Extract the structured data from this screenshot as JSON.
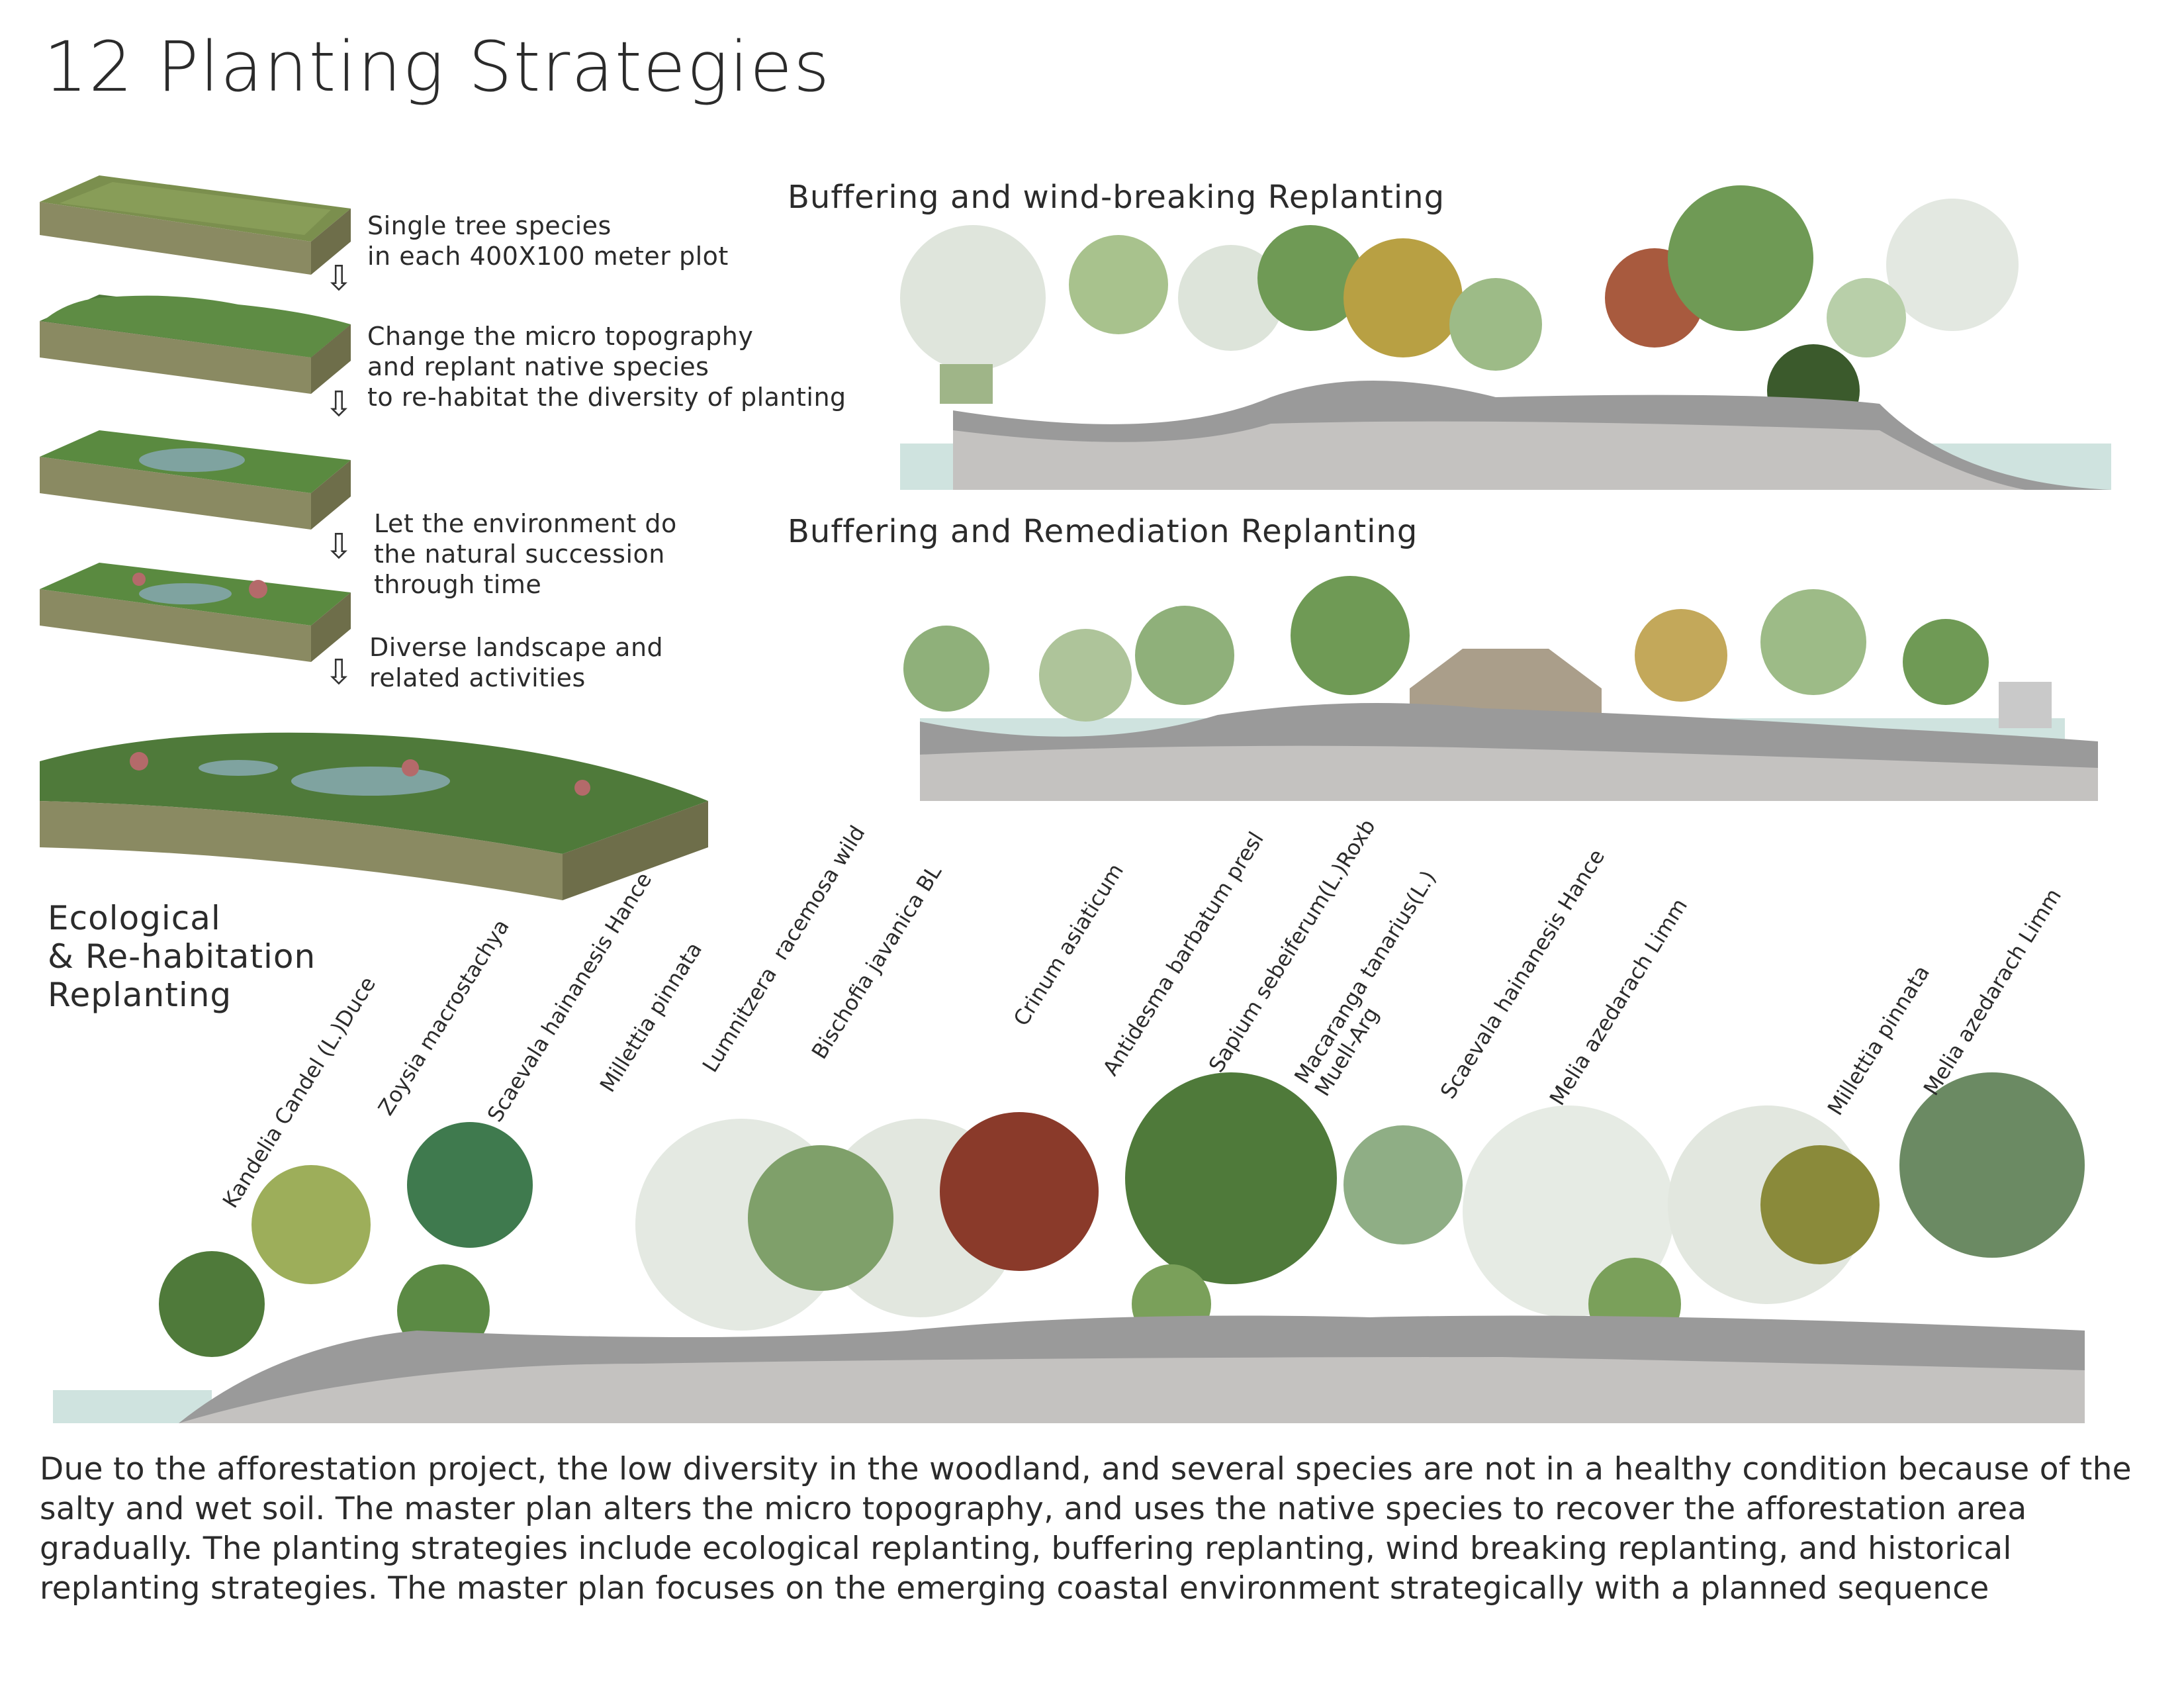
{
  "title": "12 Planting Strategies",
  "steps": [
    {
      "text": "Single tree species\nin each 400X100 meter plot"
    },
    {
      "text": "Change the micro topography\nand replant native species\nto re-habitat the diversity of planting"
    },
    {
      "text": "Let the environment do\nthe natural succession\nthrough time"
    },
    {
      "text": "Diverse landscape and\nrelated activities"
    }
  ],
  "arrow_glyph": "⇩",
  "sections": {
    "windbreak": "Buffering and wind-breaking Replanting",
    "remediation": "Buffering and Remediation Replanting",
    "ecological": "Ecological\n& Re-habitation\nReplanting"
  },
  "species_labels": [
    "Kandelia Candel (L.)Duce",
    "Zoysia macrostachya",
    "Scaevala hainanesis Hance",
    "Millettia pinnata",
    "Lumnitzera  racemosa wild",
    "Bischofia javanica BL",
    "Crinum asiaticum",
    "Antidesma barbatum presl",
    "Sapium sebeiferum(L.)Roxb",
    "Macaranga tanarius(L.)\nMuell-Arg",
    "Scaevala hainanesis Hance",
    "Melia azedarach Limm",
    "Millettia pinnata",
    "Melia azedarach Limm"
  ],
  "description": "Due to the afforestation project, the low diversity in the woodland, and several species are not in a healthy condition because of the salty and wet soil. The master plan alters the micro topography, and uses the native species to recover the afforestation area gradually. The planting strategies include ecological replanting, buffering replanting, wind breaking replanting, and historical replanting strategies. The master plan focuses on the emerging coastal environment strategically with a planned sequence",
  "colors": {
    "ground": "#9a9a9a",
    "ground_light": "#c4c2c0",
    "water": "#cfe3df",
    "soil_side": "#8a8a62",
    "tree_dark": "#4f7a3a",
    "tree_mid": "#7aa05a",
    "tree_faded": "#d6ddd2"
  }
}
